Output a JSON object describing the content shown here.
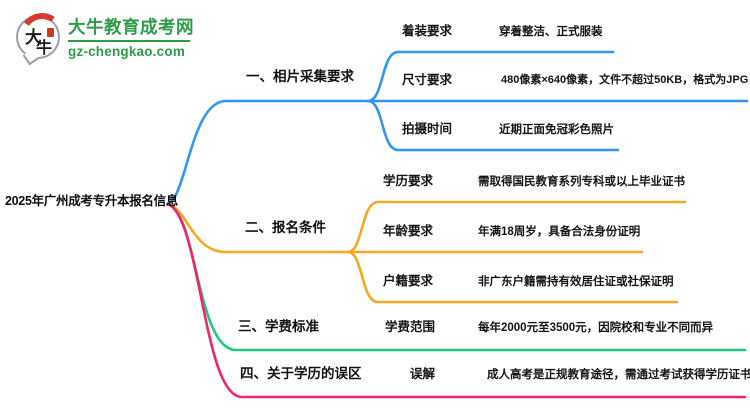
{
  "logo": {
    "name": "大牛教育成考网",
    "url": "gz-chengkao.com",
    "icon_char1": "大",
    "icon_char2": "牛",
    "brand_green": "#2e9c47",
    "seal_red": "#d63a2e"
  },
  "root": {
    "label": "2025年广州成考专升本报名信息"
  },
  "branches": [
    {
      "label": "一、相片采集要求",
      "color": "#2f96f3",
      "children": [
        {
          "label": "着装要求",
          "value": "穿着整洁、正式服装"
        },
        {
          "label": "尺寸要求",
          "value": "480像素×640像素，文件不超过50KB，格式为JPG"
        },
        {
          "label": "拍摄时间",
          "value": "近期正面免冠彩色照片"
        }
      ]
    },
    {
      "label": "二、报名条件",
      "color": "#f7a823",
      "children": [
        {
          "label": "学历要求",
          "value": "需取得国民教育系列专科或以上毕业证书"
        },
        {
          "label": "年龄要求",
          "value": "年满18周岁，具备合法身份证明"
        },
        {
          "label": "户籍要求",
          "value": "非广东户籍需持有效居住证或社保证明"
        }
      ]
    },
    {
      "label": "三、学费标准",
      "color": "#1fc97d",
      "children": [
        {
          "label": "学费范围",
          "value": "每年2000元至3500元，因院校和专业不同而异"
        }
      ]
    },
    {
      "label": "四、关于学历的误区",
      "color": "#f0246e",
      "children": [
        {
          "label": "误解",
          "value": "成人高考是正规教育途径，需通过考试获得学历证书"
        }
      ]
    }
  ]
}
